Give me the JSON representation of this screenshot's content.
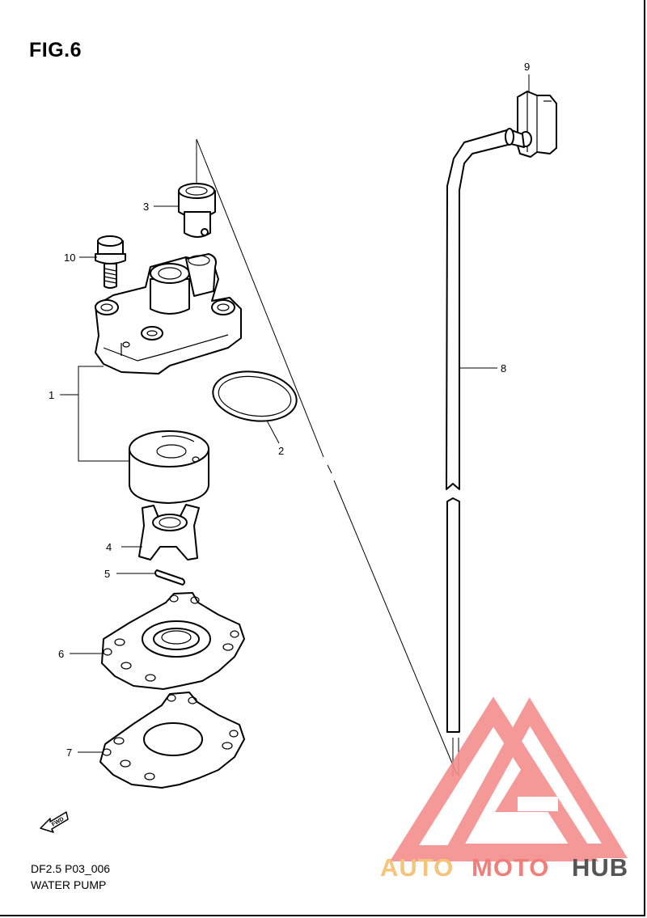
{
  "figure": {
    "title": "FIG.6",
    "code": "DF2.5 P03_006",
    "name": "WATER PUMP"
  },
  "callouts": {
    "c1": "1",
    "c2": "2",
    "c3": "3",
    "c4": "4",
    "c5": "5",
    "c6": "6",
    "c7": "7",
    "c8": "8",
    "c9": "9",
    "c10": "10"
  },
  "fwd_label": "FWD",
  "watermark": {
    "word1": "AUTO",
    "word2": "MOTO",
    "word3": "HUB",
    "colors": {
      "light": "#f6c37a",
      "red": "#f27e7a",
      "dark": "#555555",
      "logo": "#f58d8d"
    }
  }
}
